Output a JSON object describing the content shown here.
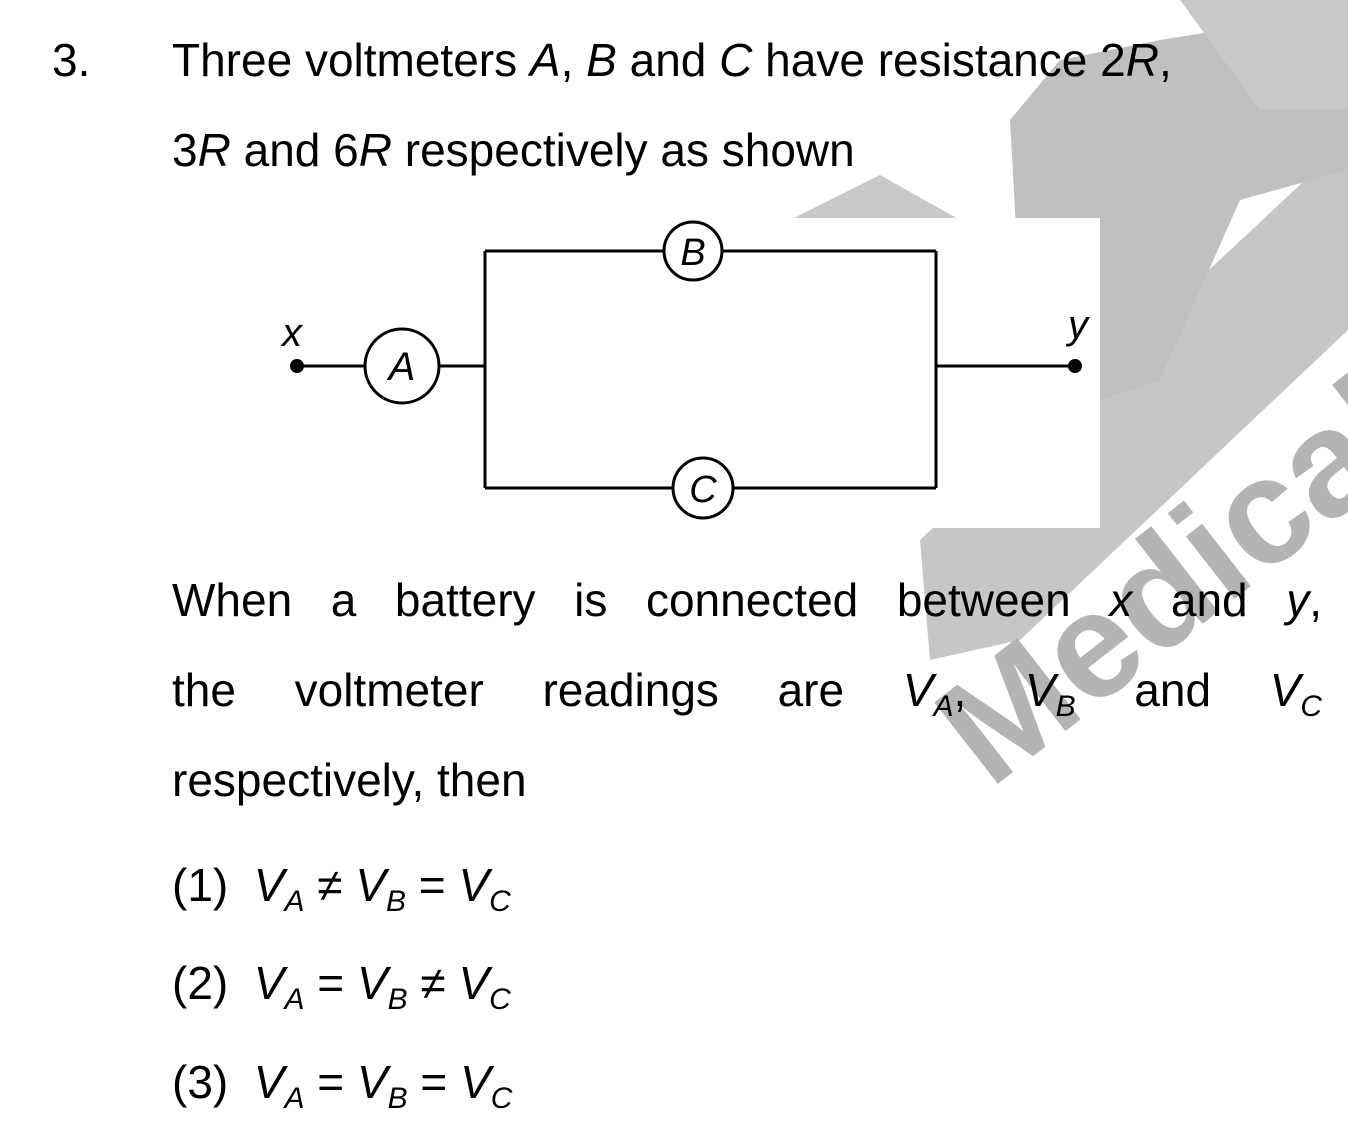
{
  "question": {
    "number": "3.",
    "stem_line1": {
      "pre": "Three voltmeters ",
      "a": "A",
      "sep1": ", ",
      "b": "B",
      "and": " and ",
      "c": "C",
      "post": " have resistance 2",
      "r": "R",
      "end": ","
    },
    "stem_line2": {
      "n1": "3",
      "r1": "R",
      "mid": " and 6",
      "r2": "R",
      "post": " respectively as shown"
    },
    "after_line1": {
      "words": [
        "When",
        "a",
        "battery",
        "is",
        "connected",
        "between"
      ],
      "x": "x",
      "and": "and",
      "y": "y",
      "comma": ","
    },
    "after_line2": {
      "words": [
        "the",
        "voltmeter",
        "readings",
        "are"
      ],
      "va": "V",
      "va_sub": "A",
      "comma": ",",
      "vb": "V",
      "vb_sub": "B",
      "and": "and",
      "vc": "V",
      "vc_sub": "C"
    },
    "after_line3": "respectively, then"
  },
  "diagram": {
    "terminal_x": "x",
    "terminal_y": "y",
    "meter_a": "A",
    "meter_b": "B",
    "meter_c": "C"
  },
  "options": [
    {
      "label": "(1)",
      "v1": "V",
      "s1": "A",
      "op1": "≠",
      "v2": "V",
      "s2": "B",
      "op2": "=",
      "v3": "V",
      "s3": "C"
    },
    {
      "label": "(2)",
      "v1": "V",
      "s1": "A",
      "op1": "=",
      "v2": "V",
      "s2": "B",
      "op2": "≠",
      "v3": "V",
      "s3": "C"
    },
    {
      "label": "(3)",
      "v1": "V",
      "s1": "A",
      "op1": "=",
      "v2": "V",
      "s2": "B",
      "op2": "=",
      "v3": "V",
      "s3": "C"
    }
  ],
  "watermark": {
    "text": "Medical",
    "color": "#b4b4b4"
  }
}
